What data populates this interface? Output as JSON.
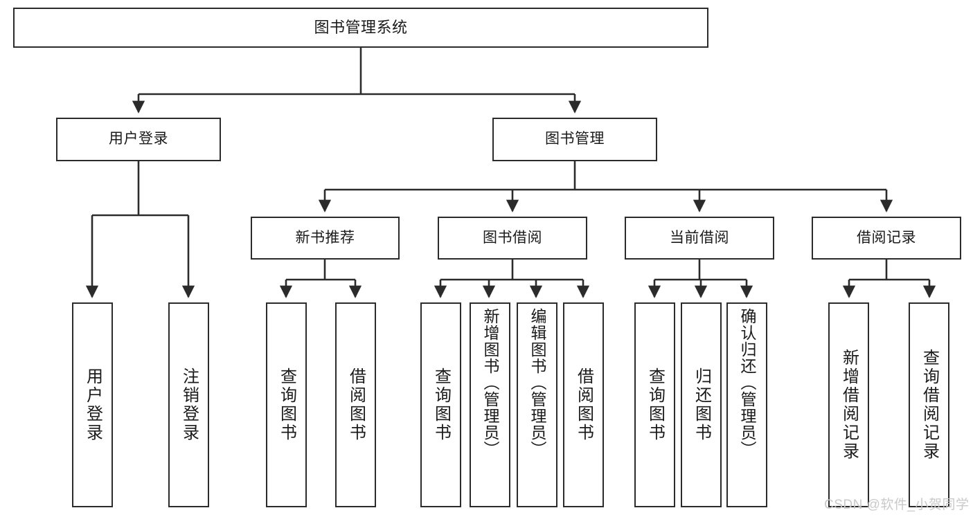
{
  "diagram": {
    "title": "图书管理系统",
    "type": "hierarchy-tree",
    "root": {
      "label": "图书管理系统"
    },
    "level1": [
      {
        "label": "用户登录"
      },
      {
        "label": "图书管理"
      }
    ],
    "level2": [
      {
        "label": "新书推荐"
      },
      {
        "label": "图书借阅"
      },
      {
        "label": "当前借阅"
      },
      {
        "label": "借阅记录"
      }
    ],
    "leaves": {
      "login": [
        {
          "label": "用户登录"
        },
        {
          "label": "注销登录"
        }
      ],
      "new_books": [
        {
          "label": "查询图书"
        },
        {
          "label": "借阅图书"
        }
      ],
      "book_borrow": [
        {
          "label": "查询图书"
        },
        {
          "label": "新增图书（管理员）"
        },
        {
          "label": "编辑图书（管理员）"
        },
        {
          "label": "借阅图书"
        }
      ],
      "current_borrow": [
        {
          "label": "查询图书"
        },
        {
          "label": "归还图书"
        },
        {
          "label": "确认归还（管理员）"
        }
      ],
      "borrow_records": [
        {
          "label": "新增借阅记录"
        },
        {
          "label": "查询借阅记录"
        }
      ]
    }
  },
  "watermark": {
    "text": "CSDN @软件_小贺同学"
  },
  "colors": {
    "stroke": "#2b2b2b",
    "fill": "#ffffff",
    "text": "#1a1a1a",
    "watermark": "#c9c9c9"
  }
}
